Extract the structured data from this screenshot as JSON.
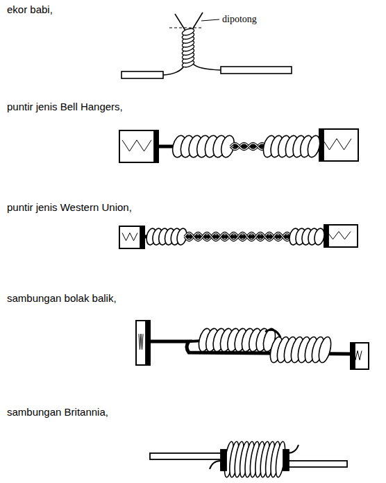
{
  "diagram": {
    "labels": [
      "ekor babi,",
      "dipotong",
      "puntir jenis Bell Hangers,",
      "puntir jenis Western Union,",
      "sambungan bolak balik,",
      "sambungan Britannia,"
    ]
  }
}
